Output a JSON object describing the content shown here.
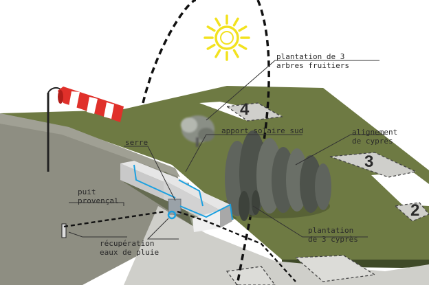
{
  "labels": {
    "fruit_trees": {
      "line1": "plantation de 3",
      "line2": "arbres fruitiers"
    },
    "solar_gain": "apport solaire sud",
    "greenhouse": "serre",
    "cypress_row": {
      "line1": "alignement",
      "line2": "de cyprès"
    },
    "well": {
      "line1": "puit",
      "line2": "provençal"
    },
    "rainwater": {
      "line1": "récupération",
      "line2": "eaux de pluie"
    },
    "cypress_plant": {
      "line1": "plantation",
      "line2": "de 3 cyprès"
    }
  },
  "zones": [
    "4",
    "3",
    "2"
  ],
  "colors": {
    "grass": "#6e7a43",
    "terrain": "#8c8c80",
    "sun": "#f2e21f",
    "windsock_red": "#e0302a",
    "pipe_blue": "#1aa0e0",
    "dash": "#111111"
  },
  "icons": [
    "sun-icon",
    "windsock-icon",
    "greenhouse-icon",
    "well-icon",
    "cypress-trees-icon",
    "fruit-tree-icon"
  ]
}
